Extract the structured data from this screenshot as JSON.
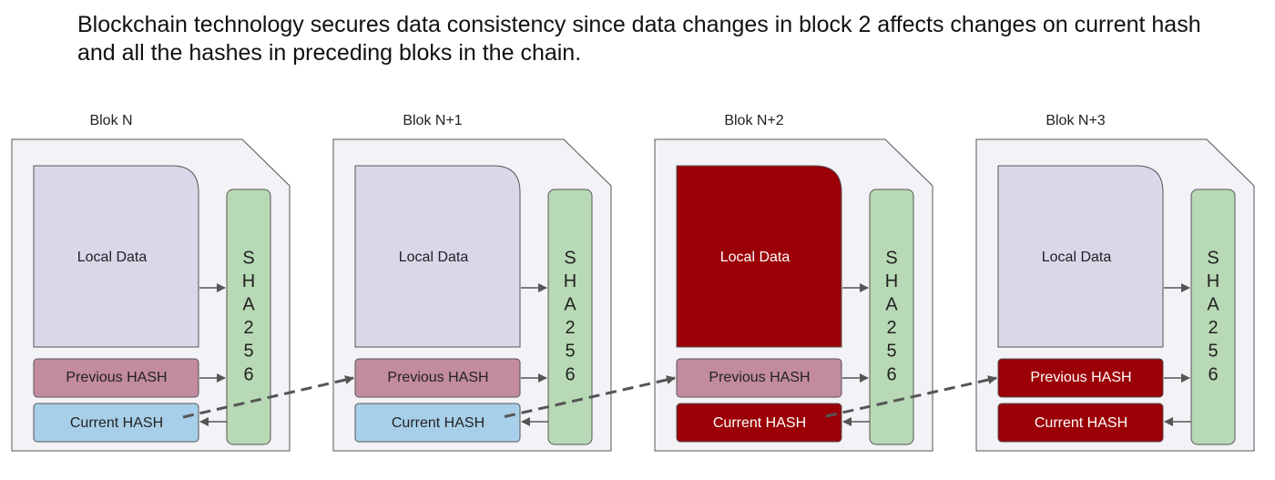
{
  "caption": "Blockchain technology secures data consistency since data changes in block 2 affects changes on current hash and all the hashes in preceding bloks in the chain.",
  "blocks": [
    {
      "title": "Blok N",
      "local_data": "Local Data",
      "previous_hash": "Previous HASH",
      "current_hash": "Current HASH",
      "sha": [
        "S",
        "H",
        "A",
        "2",
        "5",
        "6"
      ],
      "colors": {
        "local": "#dcd6e9",
        "local_text": "#222222",
        "prev": "#c28b9f",
        "prev_text": "#222222",
        "curr": "#a8cfe9",
        "curr_text": "#222222"
      }
    },
    {
      "title": "Blok N+1",
      "local_data": "Local Data",
      "previous_hash": "Previous HASH",
      "current_hash": "Current HASH",
      "sha": [
        "S",
        "H",
        "A",
        "2",
        "5",
        "6"
      ],
      "colors": {
        "local": "#dcd6e9",
        "local_text": "#222222",
        "prev": "#c28b9f",
        "prev_text": "#222222",
        "curr": "#a8cfe9",
        "curr_text": "#222222"
      }
    },
    {
      "title": "Blok N+2",
      "local_data": "Local Data",
      "previous_hash": "Previous HASH",
      "current_hash": "Current HASH",
      "sha": [
        "S",
        "H",
        "A",
        "2",
        "5",
        "6"
      ],
      "colors": {
        "local": "#9b0006",
        "local_text": "#ffffff",
        "prev": "#c28b9f",
        "prev_text": "#222222",
        "curr": "#9b0006",
        "curr_text": "#ffffff"
      }
    },
    {
      "title": "Blok N+3",
      "local_data": "Local Data",
      "previous_hash": "Previous HASH",
      "current_hash": "Current HASH",
      "sha": [
        "S",
        "H",
        "A",
        "2",
        "5",
        "6"
      ],
      "colors": {
        "local": "#dcd6e9",
        "local_text": "#222222",
        "prev": "#9b0006",
        "prev_text": "#ffffff",
        "curr": "#9b0006",
        "curr_text": "#ffffff"
      }
    }
  ],
  "theme": {
    "block_fill": "#f3f2f7",
    "block_stroke": "#555555",
    "sha_fill": "#b8d9b5",
    "arrow_color": "#555555"
  }
}
